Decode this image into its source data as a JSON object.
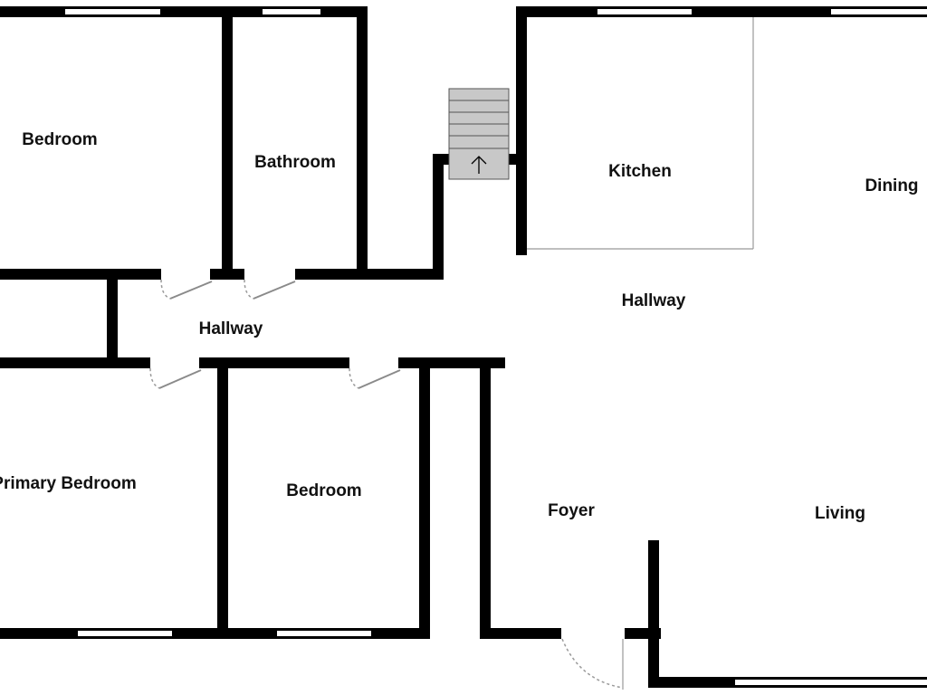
{
  "colors": {
    "wall": "#000000",
    "background": "#ffffff",
    "stair_fill": "#c8c8c8",
    "door_line": "#8a8a8a"
  },
  "icons": {
    "stairs_arrow": "up-arrow-icon"
  },
  "rooms": {
    "bedroom_top_left": "Bedroom",
    "bathroom": "Bathroom",
    "kitchen": "Kitchen",
    "dining": "Dining",
    "hallway_left": "Hallway",
    "hallway_center": "Hallway",
    "primary_bedroom": "Primary Bedroom",
    "bedroom_middle": "Bedroom",
    "foyer": "Foyer",
    "living": "Living"
  }
}
